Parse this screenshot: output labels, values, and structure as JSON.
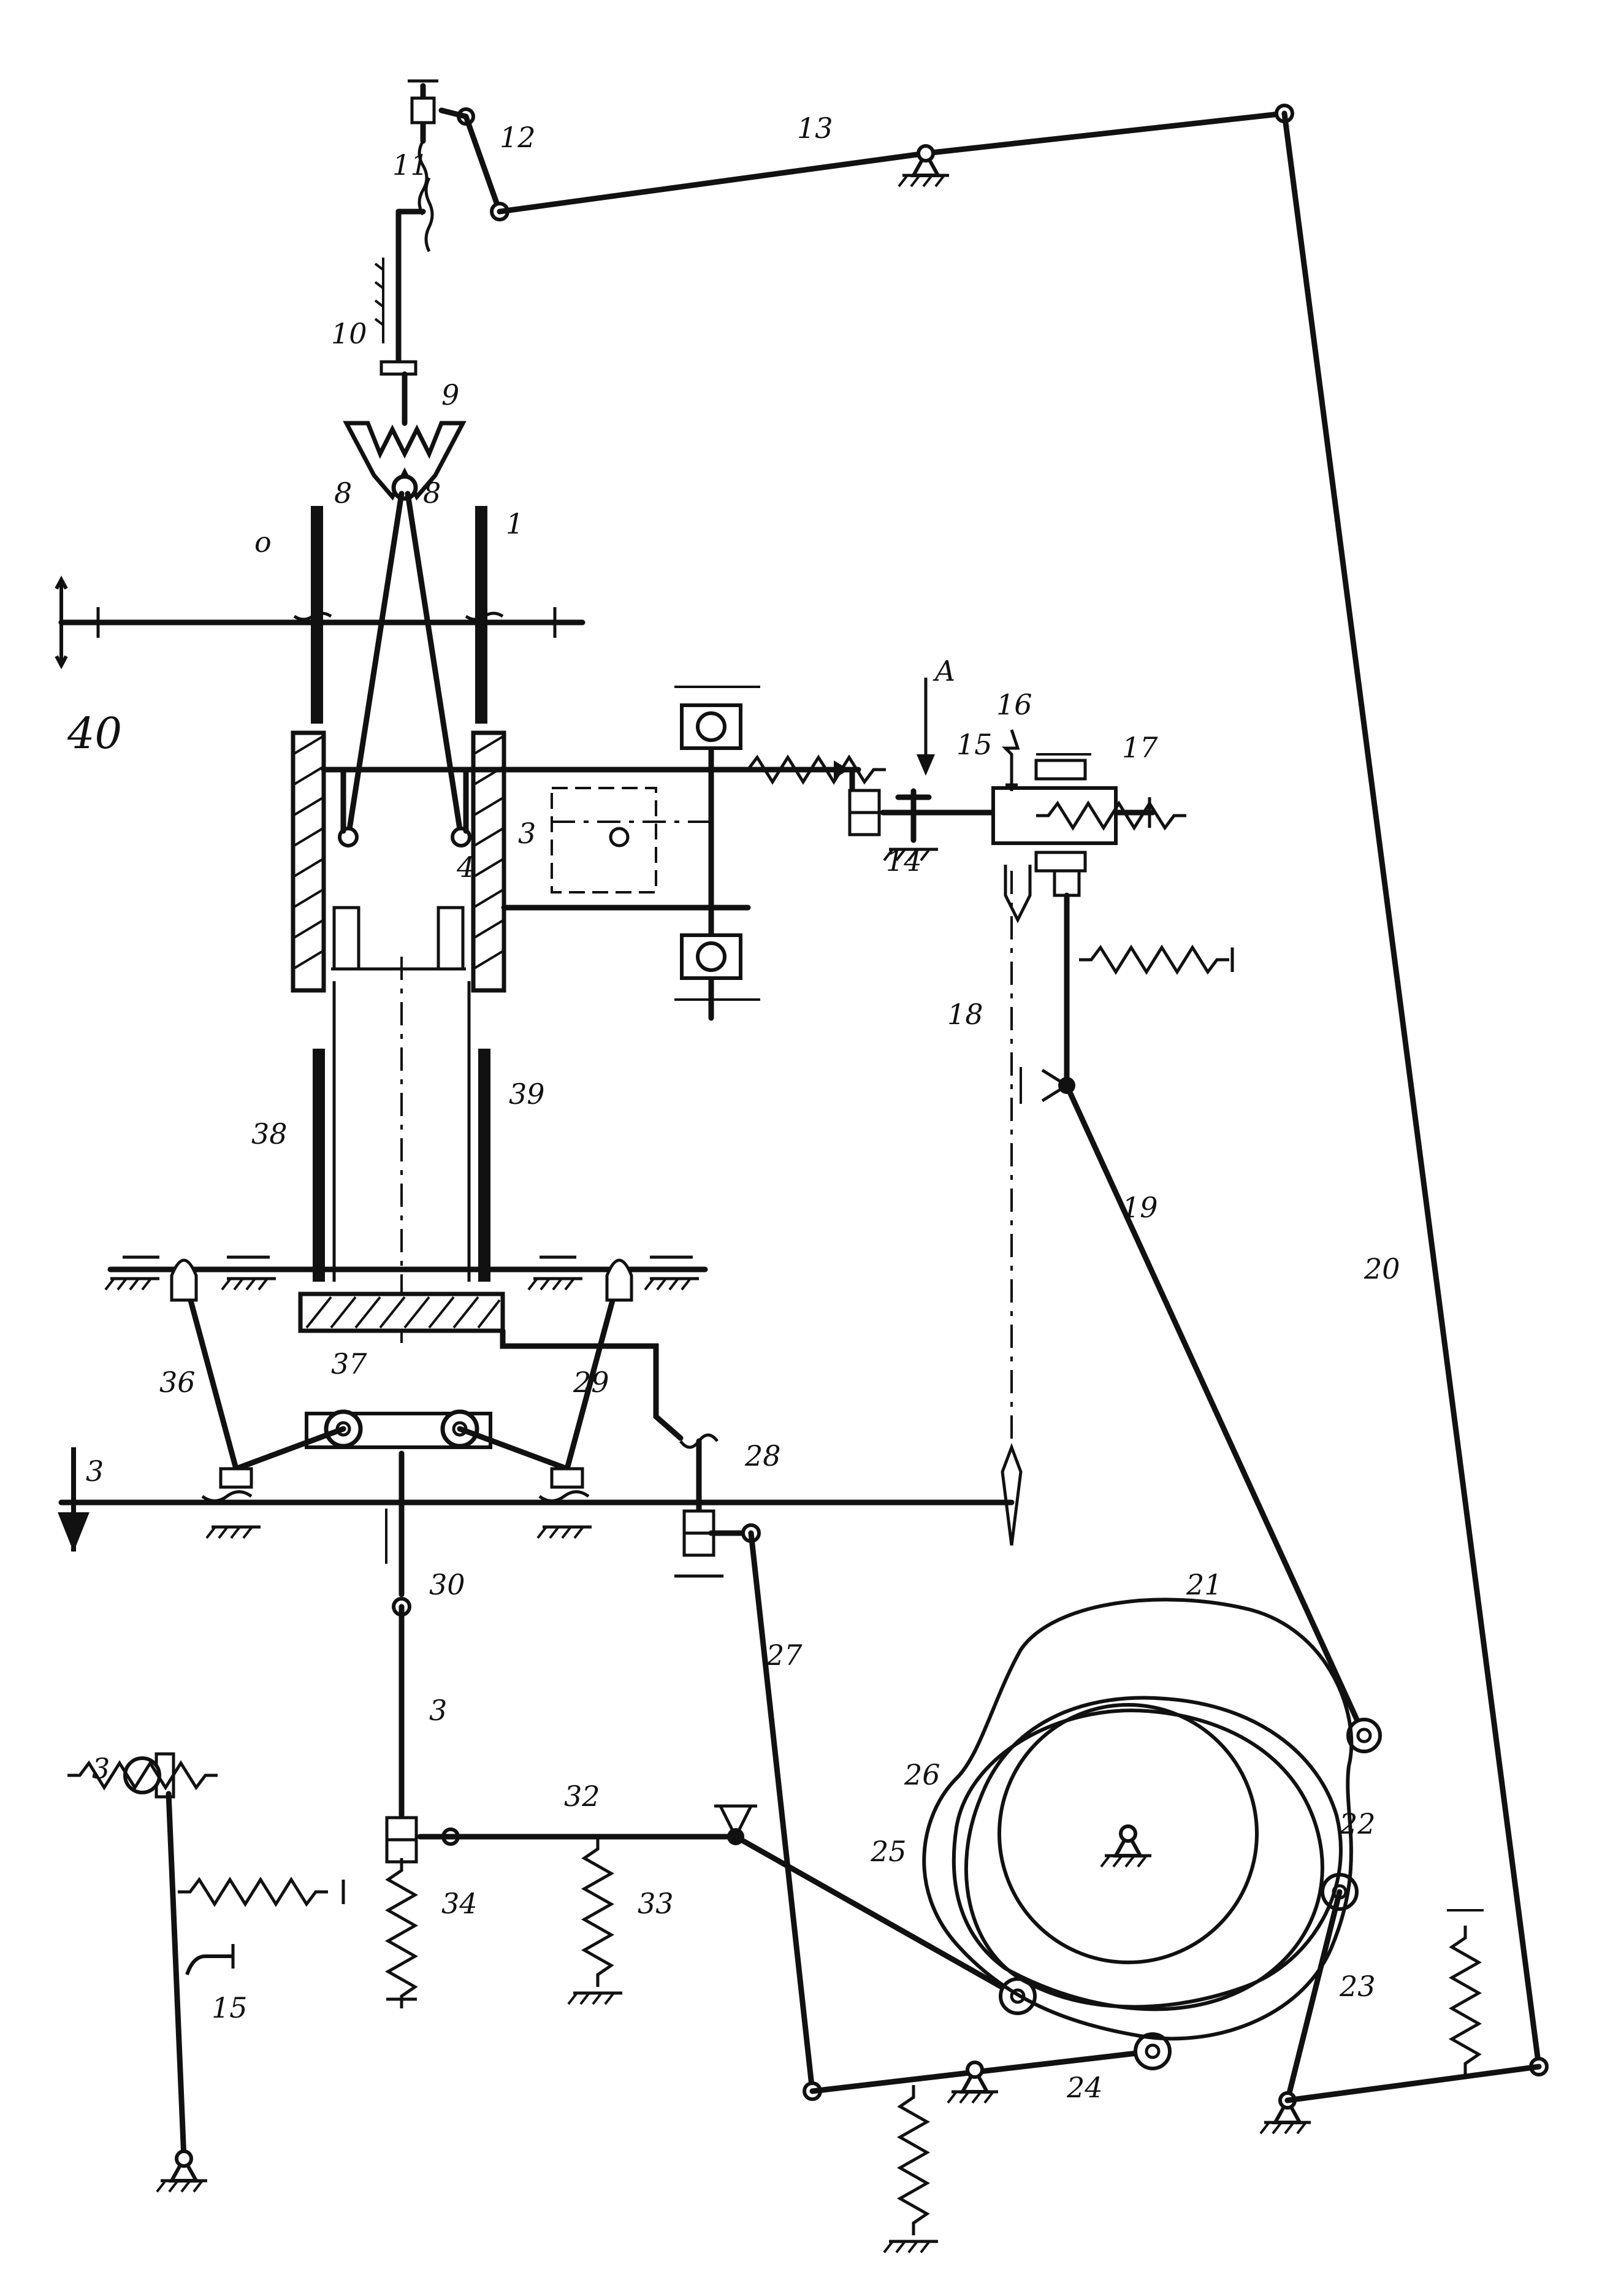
{
  "diagram": {
    "labels": {
      "l1": "1",
      "l3a": "3",
      "l3b": "3",
      "l3c": "3",
      "l3d": "3",
      "l4": "4",
      "l8a": "8",
      "l8b": "8",
      "l9": "9",
      "l10": "10",
      "l11": "11",
      "l12": "12",
      "l13": "13",
      "l14": "14",
      "l15a": "15",
      "l15b": "15",
      "l16": "16",
      "l17": "17",
      "l18": "18",
      "l19": "19",
      "l20": "20",
      "l21": "21",
      "l22": "22",
      "l23": "23",
      "l24": "24",
      "l25": "25",
      "l26": "26",
      "l27": "27",
      "l28": "28",
      "l29": "29",
      "l30": "30",
      "l32": "32",
      "l33": "33",
      "l34": "34",
      "l36": "36",
      "l37": "37",
      "l38": "38",
      "l39": "39",
      "l40": "40",
      "lo": "o",
      "lA": "A"
    }
  }
}
